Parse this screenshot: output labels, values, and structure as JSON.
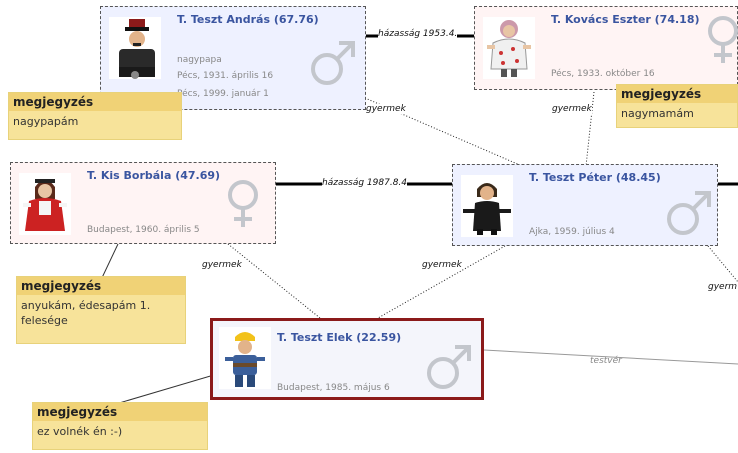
{
  "people": {
    "andras": {
      "name": "T. Teszt András (67.76)",
      "nickname": "nagypapa",
      "birth": "Pécs, 1931. április 16",
      "death": "Pécs, 1999. január 1",
      "gender": "male"
    },
    "eszter": {
      "name": "T. Kovács Eszter (74.18)",
      "birth": "Pécs, 1933. október 16",
      "gender": "female"
    },
    "borbala": {
      "name": "T. Kis Borbála (47.69)",
      "birth": "Budapest, 1960. április 5",
      "gender": "female"
    },
    "peter": {
      "name": "T. Teszt Péter (48.45)",
      "birth": "Ajka, 1959. július 4",
      "gender": "male"
    },
    "elek": {
      "name": "T. Teszt Elek (22.59)",
      "birth": "Budapest, 1985. május 6",
      "gender": "male",
      "selected": true
    }
  },
  "notes": {
    "andras": {
      "title": "megjegyzés",
      "body": "nagypapám"
    },
    "eszter": {
      "title": "megjegyzés",
      "body": "nagymamám"
    },
    "borbala": {
      "title": "megjegyzés",
      "body": "anyukám, édesapám 1. felesége"
    },
    "elek": {
      "title": "megjegyzés",
      "body": "ez volnék én :-)"
    }
  },
  "relations": {
    "marriage_top": "házasság 1953.4.",
    "marriage_mid": "házasság 1987.8.4",
    "child_andras": "gyermek",
    "child_eszter": "gyermek",
    "child_borbala": "gyermek",
    "child_peter": "gyermek",
    "child_right": "gyerm",
    "sibling": "testvér"
  },
  "colors": {
    "male_bg": "#eef1ff",
    "female_bg": "#fff4f4",
    "name_text": "#3a55a0",
    "note_bg": "#f7e39a",
    "selected_border": "#8b1a1a"
  }
}
